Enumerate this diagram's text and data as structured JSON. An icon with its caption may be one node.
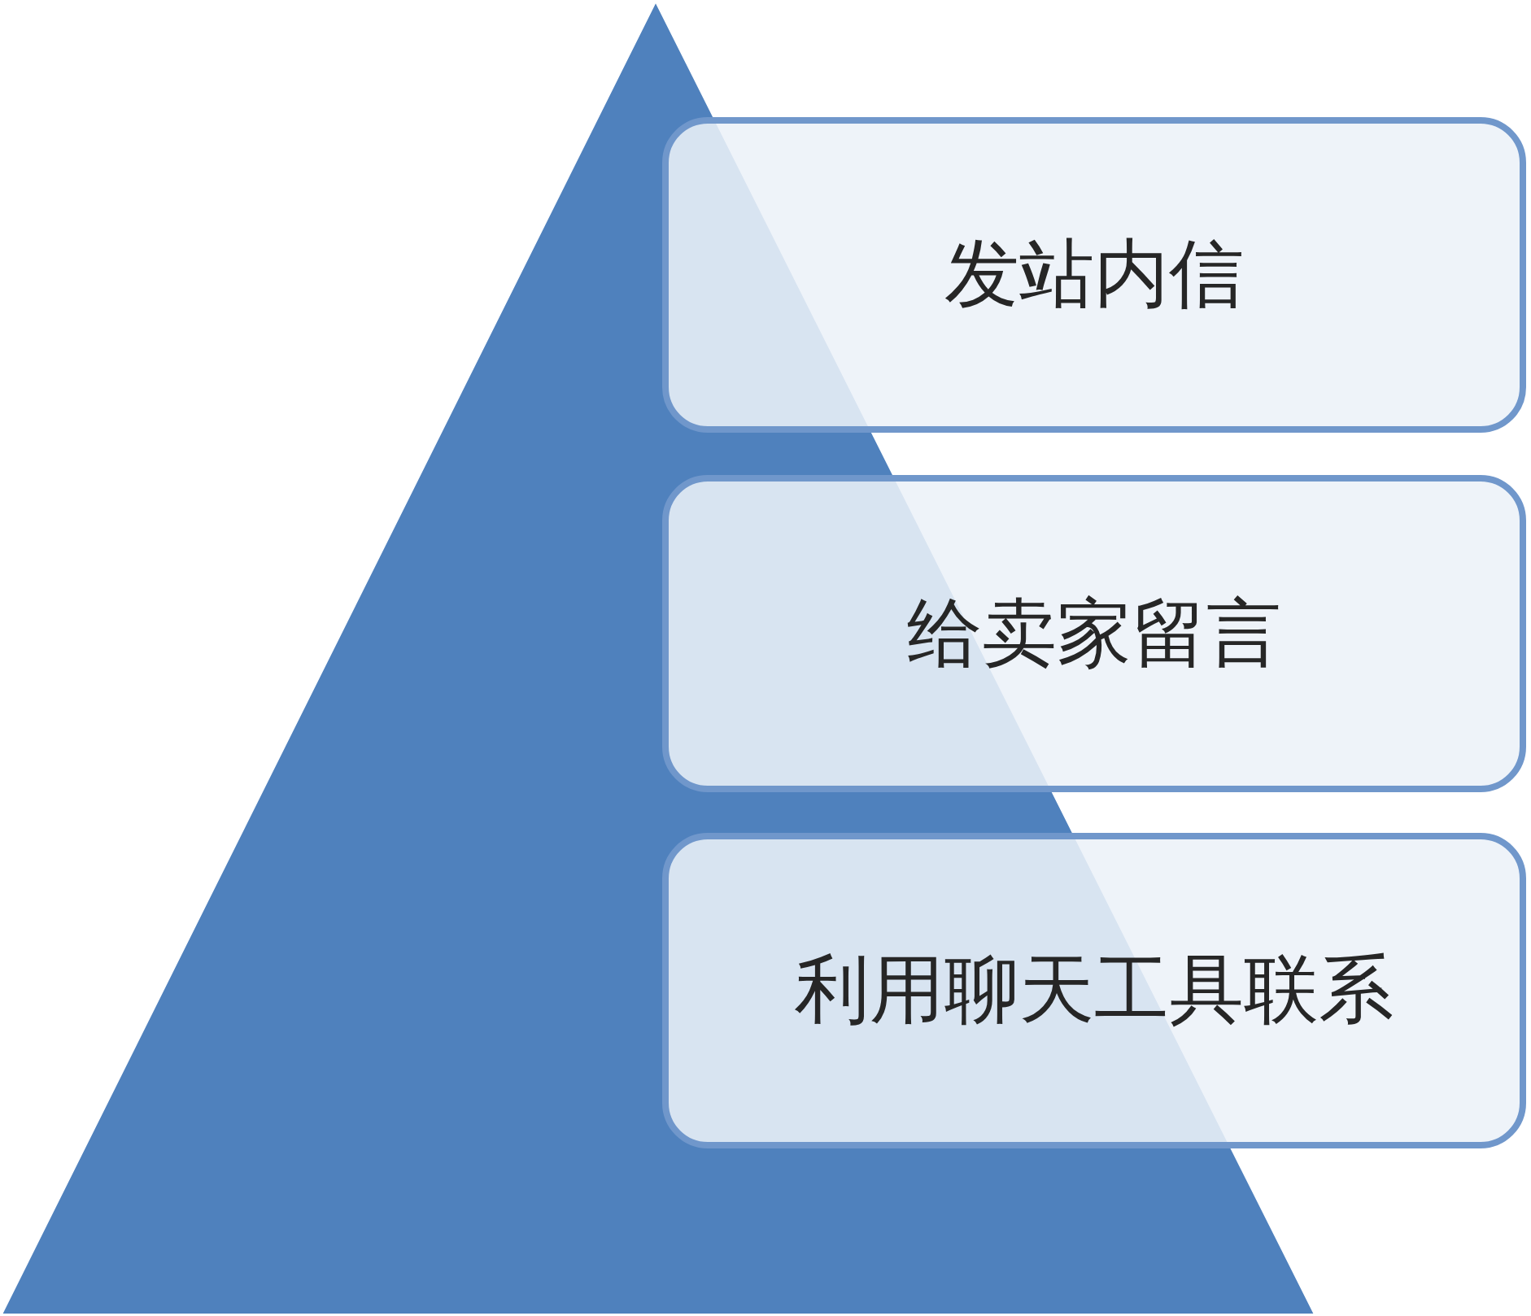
{
  "diagram": {
    "nodes": [
      {
        "text": [
          "发站内信"
        ]
      },
      {
        "text": [
          "给卖家留言"
        ]
      },
      {
        "text": [
          "利用聊天工具联系"
        ]
      }
    ]
  }
}
